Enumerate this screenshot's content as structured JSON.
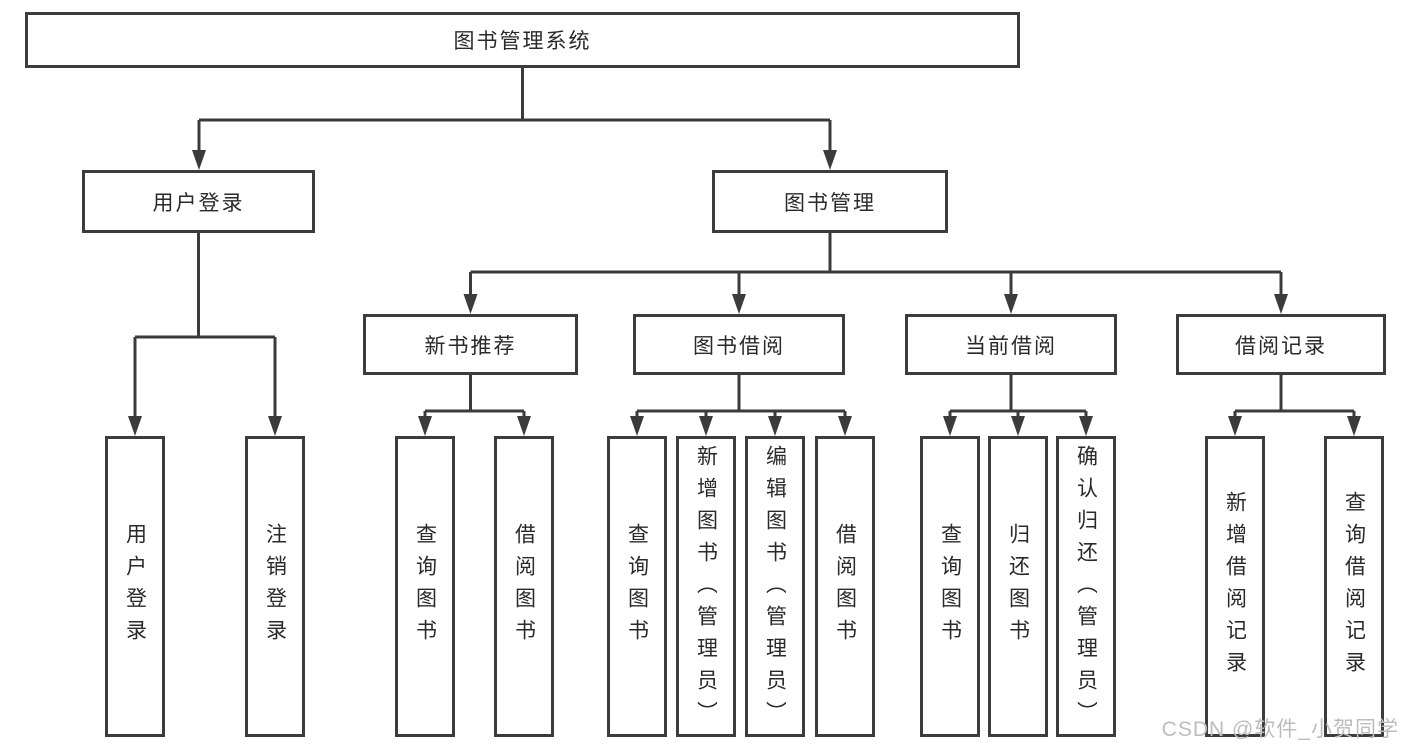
{
  "watermark": "CSDN @软件_小贺同学",
  "colors": {
    "line": "#3b3b3b",
    "box_border": "#3c3c3c",
    "box_background": "#ffffff",
    "text": "#2a2a2a",
    "watermark_text": "#bdbdbd"
  },
  "tree": {
    "label": "图书管理系统",
    "children": [
      {
        "label": "用户登录",
        "children": [
          {
            "label": "用户登录"
          },
          {
            "label": "注销登录"
          }
        ]
      },
      {
        "label": "图书管理",
        "children": [
          {
            "label": "新书推荐",
            "children": [
              {
                "label": "查询图书"
              },
              {
                "label": "借阅图书"
              }
            ]
          },
          {
            "label": "图书借阅",
            "children": [
              {
                "label": "查询图书"
              },
              {
                "label": "新增图书（管理员）"
              },
              {
                "label": "编辑图书（管理员）"
              },
              {
                "label": "借阅图书"
              }
            ]
          },
          {
            "label": "当前借阅",
            "children": [
              {
                "label": "查询图书"
              },
              {
                "label": "归还图书"
              },
              {
                "label": "确认归还（管理员）"
              }
            ]
          },
          {
            "label": "借阅记录",
            "children": [
              {
                "label": "新增借阅记录"
              },
              {
                "label": "查询借阅记录"
              }
            ]
          }
        ]
      }
    ]
  }
}
